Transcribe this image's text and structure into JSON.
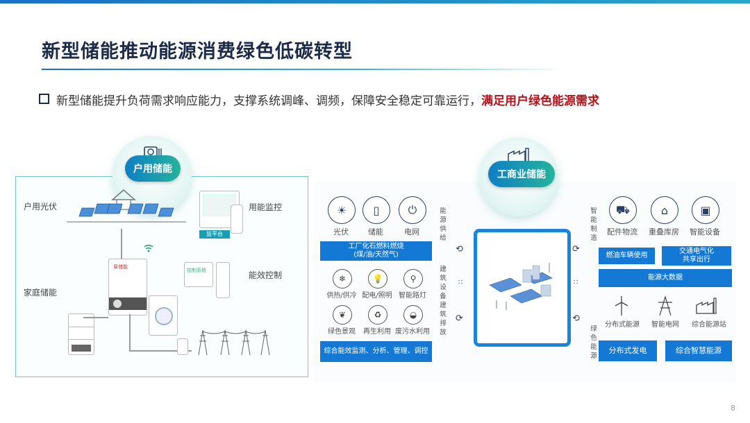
{
  "slide": {
    "title": "新型储能推动能源消费绿色低碳转型",
    "bullet_text": "新型储能提升负荷需求响应能力，支撑系统调峰、调频，保障安全稳定可靠运行，",
    "bullet_highlight": "满足用户绿色能源需求",
    "page_number": "8"
  },
  "residential": {
    "badge": "户用储能",
    "labels": {
      "pv": "户用光伏",
      "monitor": "用能监控",
      "home_storage": "家庭储能",
      "efficiency": "能效控制"
    },
    "screen_text": "监平台",
    "panel_text": "控制系统",
    "brand_text": "易储能"
  },
  "commercial": {
    "badge": "工商业储能",
    "left_top_icons": [
      "光伏",
      "储能",
      "电网"
    ],
    "left_bar": "工厂化石燃料燃烧\n(煤/油/天然气)",
    "left_grid": [
      "供热/供冷",
      "配电/照明",
      "智能路灯",
      "绿色景观",
      "再生利用",
      "废污水利用"
    ],
    "left_bottom_bar": "综合能效监测、分析、管理、调控",
    "side_labels": {
      "l1": "能源供给",
      "l2": "建筑设备",
      "l3": "建筑排放",
      "r1": "智能制造",
      "r2": "绿色能源"
    },
    "right_top_icons": [
      "配件物流",
      "重叠库房",
      "智能设备"
    ],
    "right_bars_row": [
      "燃油车辆使用",
      "交通电气化\n共享出行"
    ],
    "right_big_bar": "能源大数据",
    "right_mid_icons": [
      "分布式能源",
      "智能电网",
      "综合能源站"
    ],
    "right_bottom_bars": [
      "分布式发电",
      "综合智慧能源"
    ]
  },
  "icons": {
    "left_top": [
      "solar-panel-icon",
      "battery-icon",
      "power-plug-icon"
    ],
    "left_grid": [
      "fan-icon",
      "lightbulb-icon",
      "street-lamp-icon",
      "leaf-icon",
      "recycle-icon",
      "water-icon"
    ],
    "right_top": [
      "truck-icon",
      "warehouse-icon",
      "machine-icon"
    ],
    "right_mid": [
      "wind-turbine-icon",
      "power-tower-icon",
      "factory-icon"
    ]
  },
  "colors": {
    "title": "#1d2b4a",
    "highlight": "#b3121b",
    "accent_blue": "#1379d4",
    "accent_teal": "#25b39d"
  }
}
